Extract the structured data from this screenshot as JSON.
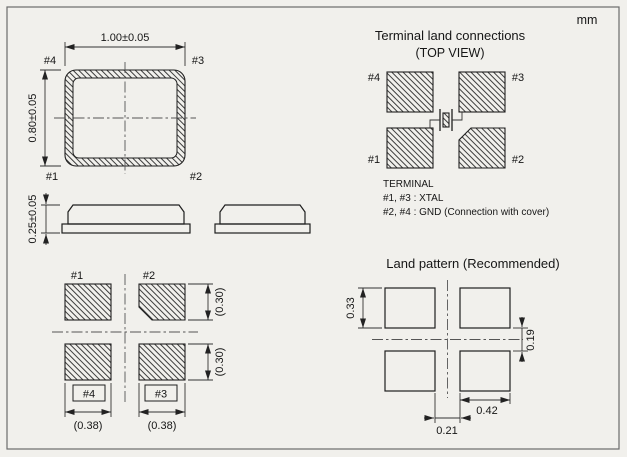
{
  "units_label": "mm",
  "package_top_view": {
    "dim_width": "1.00±0.05",
    "dim_height": "0.80±0.05",
    "pin_top_left": "#4",
    "pin_top_right": "#3",
    "pin_bottom_left": "#1",
    "pin_bottom_right": "#2"
  },
  "side_view": {
    "dim_thickness": "0.25±0.05"
  },
  "pad_layout": {
    "pin_top_left": "#1",
    "pin_top_right": "#2",
    "pin_bottom_left": "#4",
    "pin_bottom_right": "#3",
    "dim_pad_height_top": "(0.30)",
    "dim_pad_height_bottom": "(0.30)",
    "dim_pad_width_left": "(0.38)",
    "dim_pad_width_right": "(0.38)"
  },
  "terminal_connections": {
    "title": "Terminal land connections",
    "subtitle": "(TOP VIEW)",
    "pin_top_left": "#4",
    "pin_top_right": "#3",
    "pin_bottom_left": "#1",
    "pin_bottom_right": "#2",
    "legend_heading": "TERMINAL",
    "legend_line1": "#1, #3 : XTAL",
    "legend_line2": "#2, #4 : GND (Connection with cover)"
  },
  "land_pattern": {
    "title": "Land pattern (Recommended)",
    "dim_pad_height": "0.33",
    "dim_gap_vertical": "0.19",
    "dim_pad_width": "0.42",
    "dim_gap_horizontal": "0.21"
  }
}
